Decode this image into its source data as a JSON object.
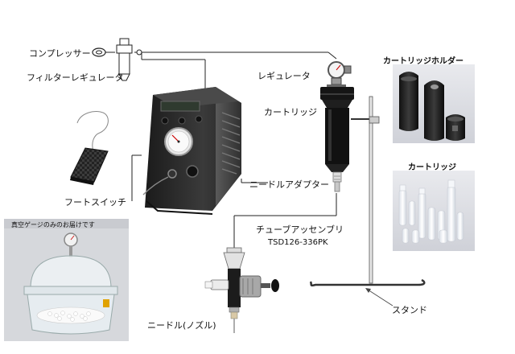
{
  "labels": {
    "compressor": "コンプレッサー",
    "filter_regulator": "フィルターレギュレータ",
    "regulator": "レギュレータ",
    "cartridge_main": "カートリッジ",
    "cartridge_holder": "カートリッジホルダー",
    "cartridge_right": "カートリッジ",
    "needle_adapter": "ニードルアダプター",
    "foot_switch": "フートスイッチ",
    "tube_assembly": "チューブアッセンブリ",
    "tube_part_no": "TSD126-336PK",
    "needle": "ニードル(ノズル)",
    "stand": "スタンド",
    "vacuum_note": "真空ゲージのみのお届けです"
  },
  "dispenser_display": "",
  "colors": {
    "line": "#222222",
    "device_body": "#2a2a2a",
    "cartridge_white": "#f4f6fa"
  }
}
